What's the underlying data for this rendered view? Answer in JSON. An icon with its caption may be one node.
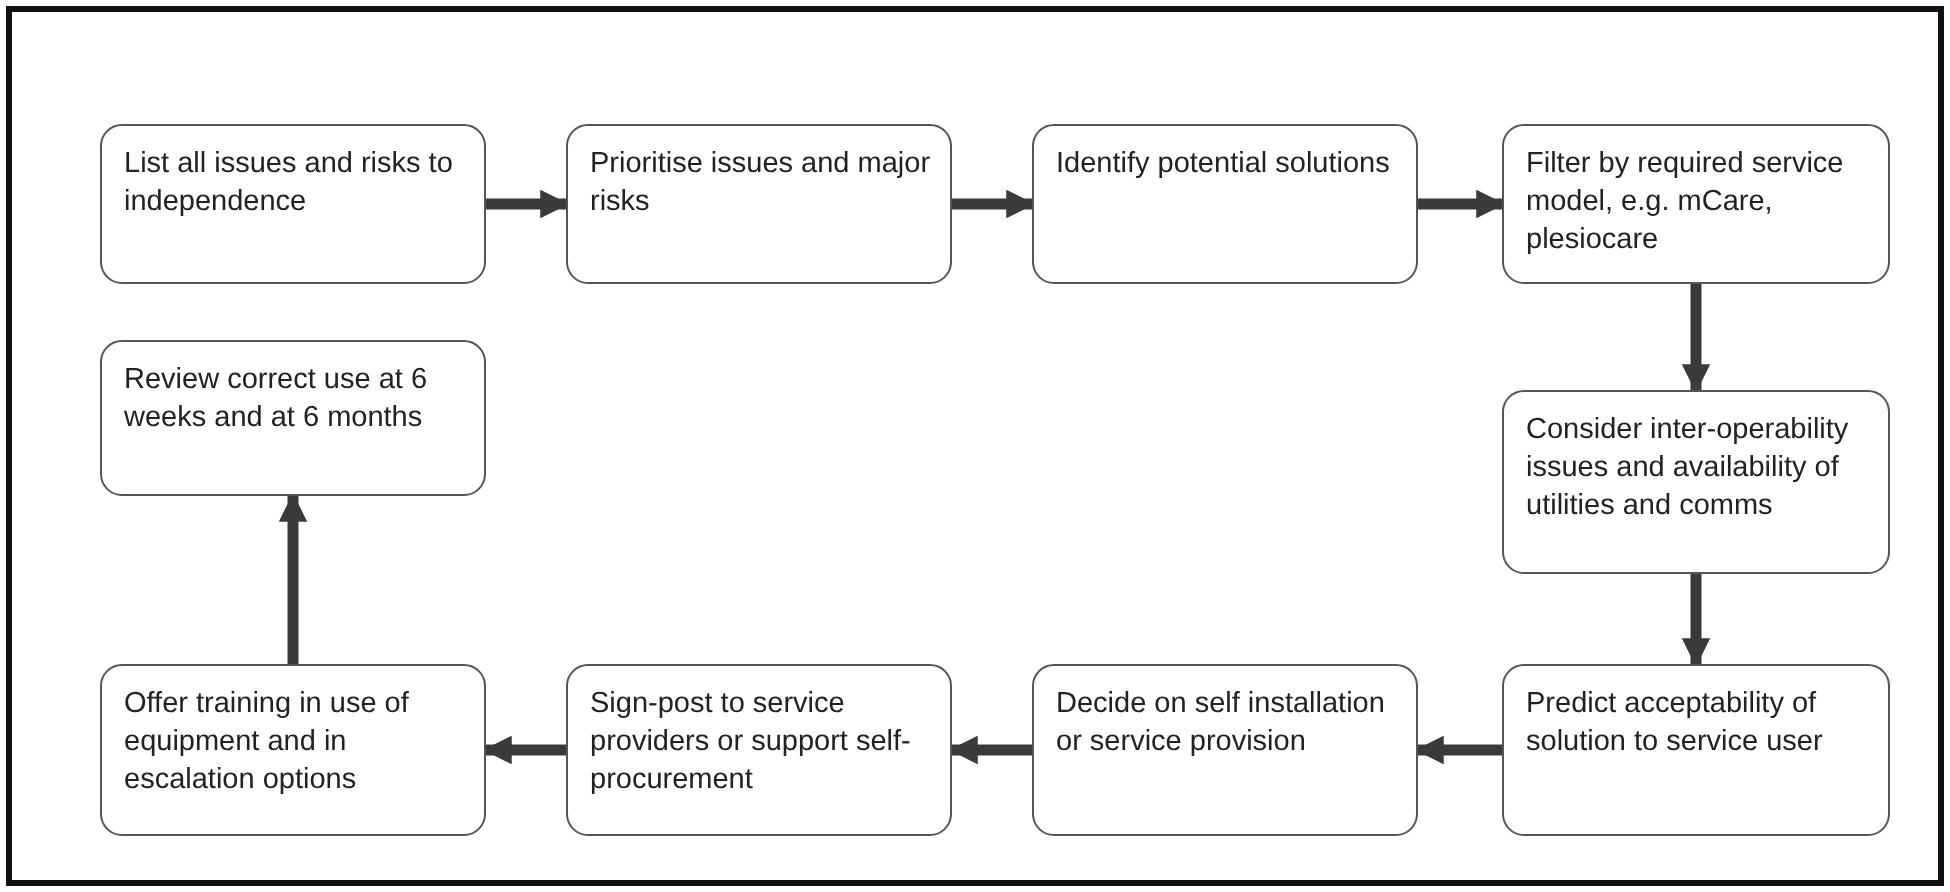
{
  "diagram": {
    "nodes": [
      {
        "text": [
          "List all issues and risks to independence"
        ]
      },
      {
        "text": [
          "Prioritise issues and major risks"
        ]
      },
      {
        "text": [
          "Identify potential solutions"
        ]
      },
      {
        "text": [
          "Filter by required service model, e.g. mCare, plesiocare"
        ]
      },
      {
        "text": [
          "Consider inter-operability issues and availability of utilities and comms"
        ]
      },
      {
        "text": [
          "Predict acceptability of solution to service user"
        ]
      },
      {
        "text": [
          "Decide on self installation or service provision"
        ]
      },
      {
        "text": [
          "Sign-post to service providers or support self-procurement"
        ]
      },
      {
        "text": [
          "Offer training in use of equipment and in escalation options"
        ]
      },
      {
        "text": [
          "Review correct use at 6 weeks and at 6 months"
        ]
      }
    ],
    "edges": [
      {
        "from": 0,
        "to": 1,
        "arrow": "to"
      },
      {
        "from": 1,
        "to": 2,
        "arrow": "to"
      },
      {
        "from": 2,
        "to": 3,
        "arrow": "to"
      },
      {
        "from": 3,
        "to": 4,
        "arrow": "to"
      },
      {
        "from": 4,
        "to": 5,
        "arrow": "to"
      },
      {
        "from": 5,
        "to": 6,
        "arrow": "to"
      },
      {
        "from": 6,
        "to": 7,
        "arrow": "to"
      },
      {
        "from": 7,
        "to": 8,
        "arrow": "to"
      },
      {
        "from": 8,
        "to": 9,
        "arrow": "to"
      }
    ]
  }
}
